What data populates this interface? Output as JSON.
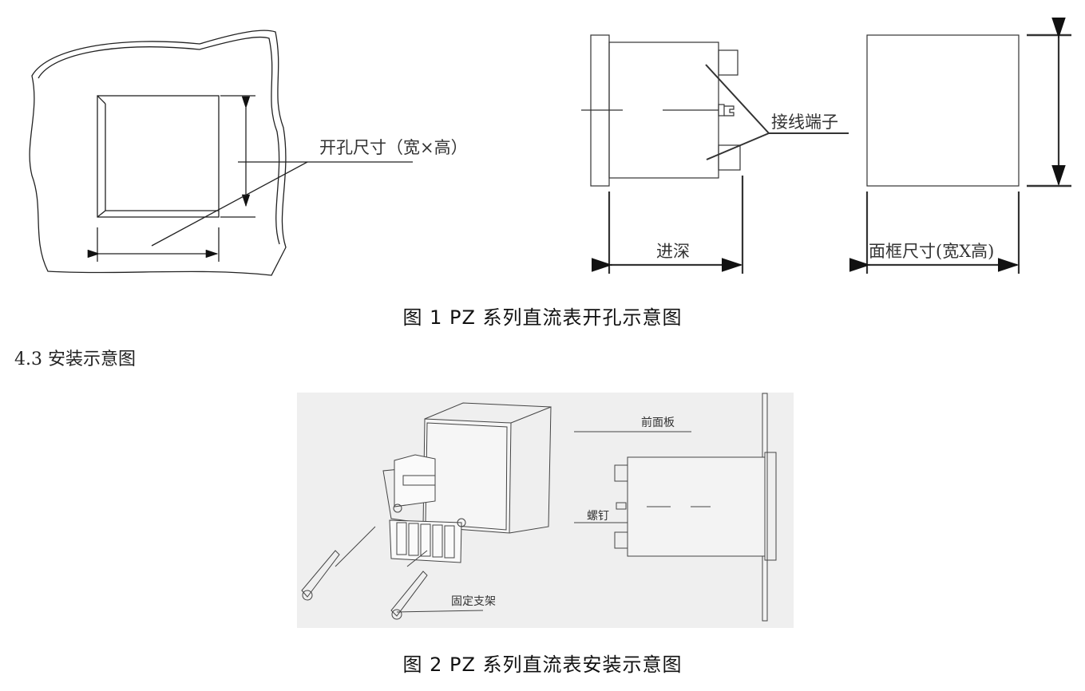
{
  "figure1": {
    "cutout_label": "开孔尺寸（宽×高）",
    "terminal_label": "接线端子",
    "depth_label": "进深",
    "frame_label": "面框尺寸(宽X高)",
    "caption": "图 1   PZ 系列直流表开孔示意图"
  },
  "section": {
    "heading": "4.3 安装示意图"
  },
  "figure2": {
    "front_panel_label": "前面板",
    "screw_label": "螺钉",
    "bracket_label": "固定支架",
    "caption": "图 2   PZ 系列直流表安装示意图"
  }
}
